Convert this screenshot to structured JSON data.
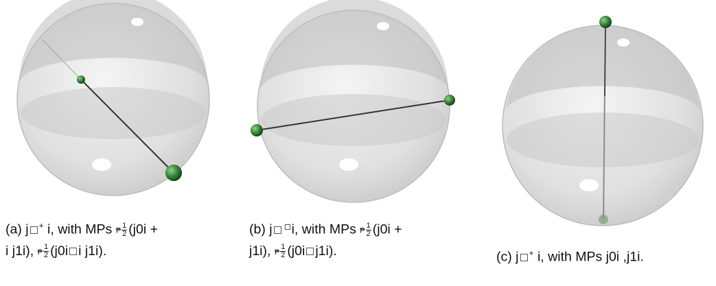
{
  "colors": {
    "sphere_edge": "#b4b4b4",
    "sphere_fill": "#e6e6e6",
    "hemisphere_shade": "#b9b9b9",
    "axis_line": "#333333",
    "point_green": "#2e7d32"
  },
  "panels": [
    {
      "id": "a",
      "caption_line1": [
        "(a) j",
        "+",
        "i, with MPs",
        "1",
        "2",
        "(j0i +"
      ],
      "caption_line2": [
        "i j1i),",
        "1",
        "2",
        "(j0i",
        "i j1i)."
      ]
    },
    {
      "id": "b",
      "caption_line1": [
        "(b) j",
        "i, with MPs",
        "1",
        "2",
        "(j0i +"
      ],
      "caption_line2": [
        "j1i),",
        "1",
        "2",
        "(j0i",
        "j1i)."
      ]
    },
    {
      "id": "c",
      "caption_line1": [
        "(c) j",
        "+",
        "i, with MPs j0i ,j1i."
      ]
    }
  ]
}
